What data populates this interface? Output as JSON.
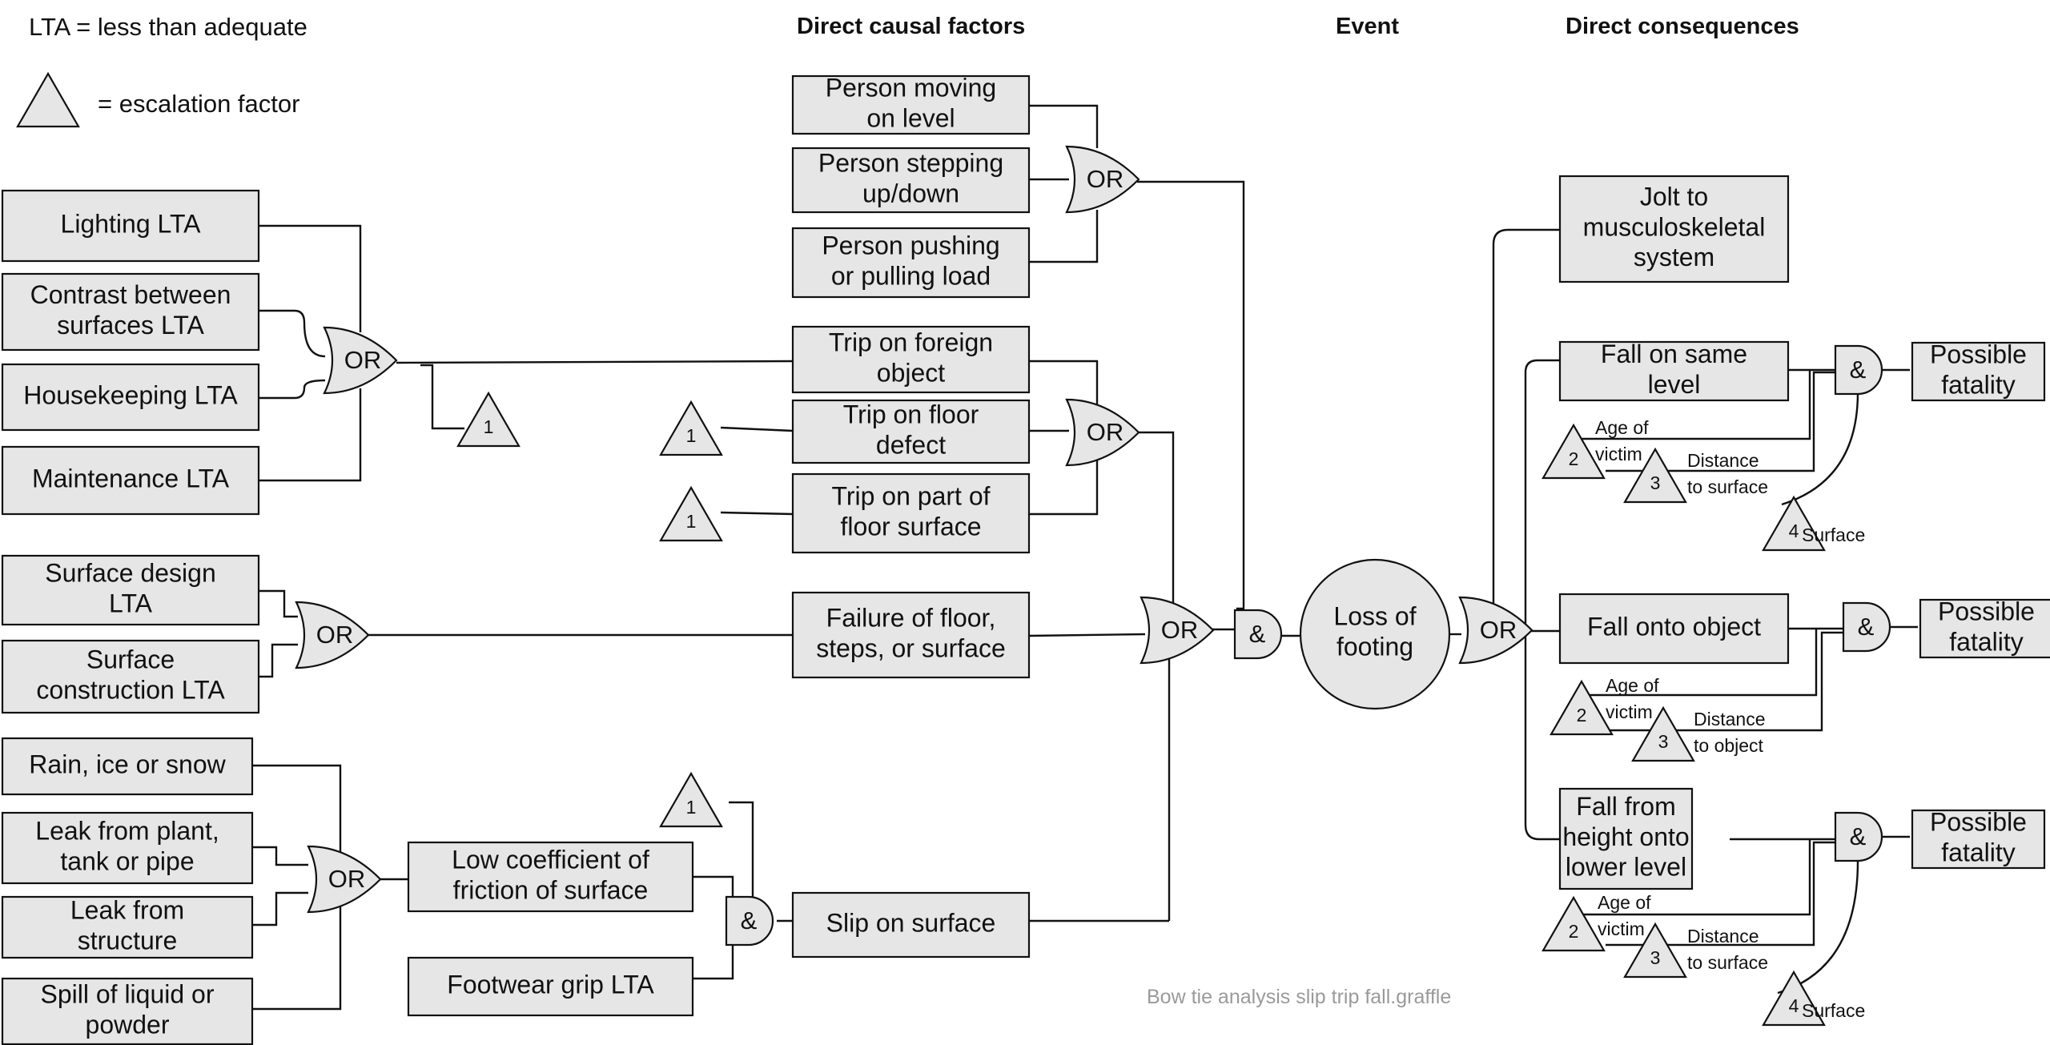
{
  "legend": {
    "lta": "LTA = less than adequate",
    "escalation": "= escalation factor"
  },
  "headers": {
    "causal": "Direct causal factors",
    "event": "Event",
    "consequences": "Direct consequences"
  },
  "gates": {
    "or": "OR",
    "and": "&"
  },
  "event": [
    "Loss of",
    "footing"
  ],
  "boxes": {
    "lighting": [
      "Lighting LTA"
    ],
    "contrast": [
      "Contrast between",
      "surfaces LTA"
    ],
    "housekeeping": [
      "Housekeeping LTA"
    ],
    "maintenance": [
      "Maintenance LTA"
    ],
    "surface_design": [
      "Surface design",
      "LTA"
    ],
    "surface_construction": [
      "Surface",
      "construction LTA"
    ],
    "rain": [
      "Rain, ice or snow"
    ],
    "leak_plant": [
      "Leak from plant,",
      "tank or pipe"
    ],
    "leak_structure": [
      "Leak from",
      "structure"
    ],
    "spill": [
      "Spill of liquid or",
      "powder"
    ],
    "low_friction": [
      "Low coefficient of",
      "friction of surface"
    ],
    "footwear": [
      "Footwear grip LTA"
    ],
    "moving": [
      "Person moving",
      "on level"
    ],
    "stepping": [
      "Person stepping",
      "up/down"
    ],
    "pushing": [
      "Person pushing",
      "or pulling load"
    ],
    "trip_foreign": [
      "Trip on foreign",
      "object"
    ],
    "trip_defect": [
      "Trip on floor",
      "defect"
    ],
    "trip_part": [
      "Trip on part of",
      "floor surface"
    ],
    "failure": [
      "Failure of floor,",
      "steps, or surface"
    ],
    "slip": [
      "Slip on surface"
    ],
    "jolt": [
      "Jolt to",
      "musculoskeletal",
      "system"
    ],
    "fall_same": [
      "Fall on same",
      "level"
    ],
    "fall_object": [
      "Fall onto object"
    ],
    "fall_height": [
      "Fall from",
      "height onto",
      "lower level"
    ],
    "fatal1": [
      "Possible",
      "fatality"
    ],
    "fatal2": [
      "Possible",
      "fatality"
    ],
    "fatal3": [
      "Possible",
      "fatality"
    ]
  },
  "escalation": {
    "e1": "1",
    "e2": "1",
    "e3": "1",
    "e4": "1",
    "a1": "2",
    "a1_label": [
      "Age of",
      "victim"
    ],
    "a2": "3",
    "a2_label": [
      "Distance",
      "to surface"
    ],
    "a3": "4",
    "a3_label": [
      "Surface"
    ],
    "b1": "2",
    "b1_label": [
      "Age of",
      "victim"
    ],
    "b2": "3",
    "b2_label": [
      "Distance",
      "to object"
    ],
    "c1": "2",
    "c1_label": [
      "Age of",
      "victim"
    ],
    "c2": "3",
    "c2_label": [
      "Distance",
      "to surface"
    ],
    "c3": "4",
    "c3_label": [
      "Surface"
    ]
  },
  "footer": "Bow tie analysis slip trip fall.graffle"
}
